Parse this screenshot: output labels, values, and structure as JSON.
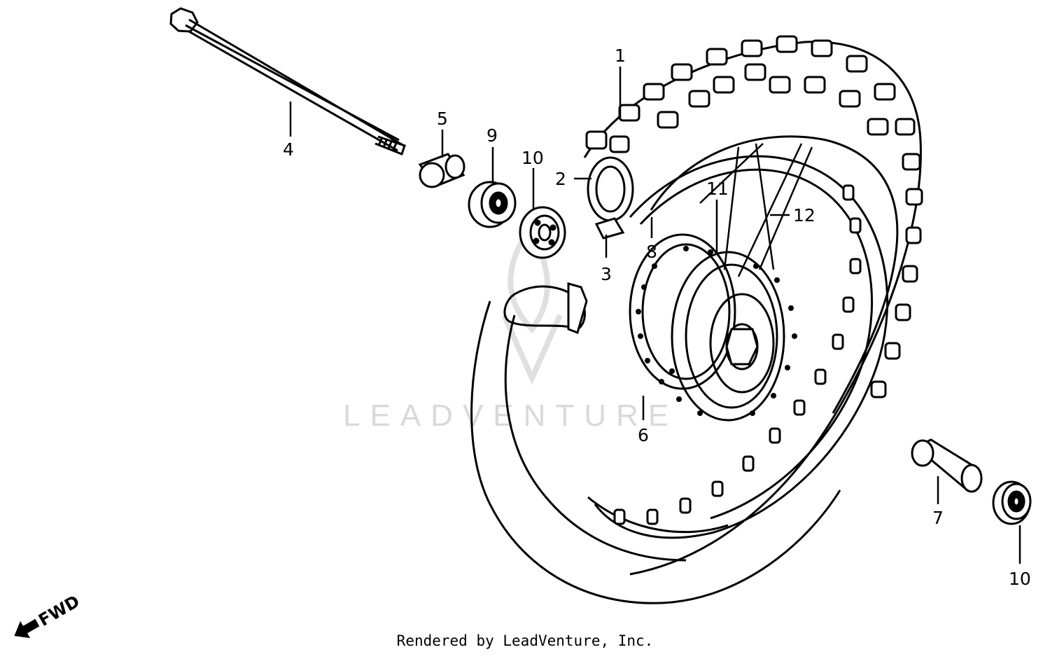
{
  "callouts": {
    "c1": "1",
    "c2": "2",
    "c3": "3",
    "c4": "4",
    "c5": "5",
    "c6": "6",
    "c7": "7",
    "c8": "8",
    "c9": "9",
    "c10a": "10",
    "c10b": "10",
    "c11": "11",
    "c12": "12"
  },
  "direction": {
    "label": "FWD",
    "icon": "arrow-icon"
  },
  "watermark": {
    "text": "LEADVENTURE"
  },
  "footer": {
    "text": "Rendered by LeadVenture, Inc."
  },
  "colors": {
    "line": "#000000",
    "background": "#ffffff",
    "watermark": "#d9d9d9"
  }
}
